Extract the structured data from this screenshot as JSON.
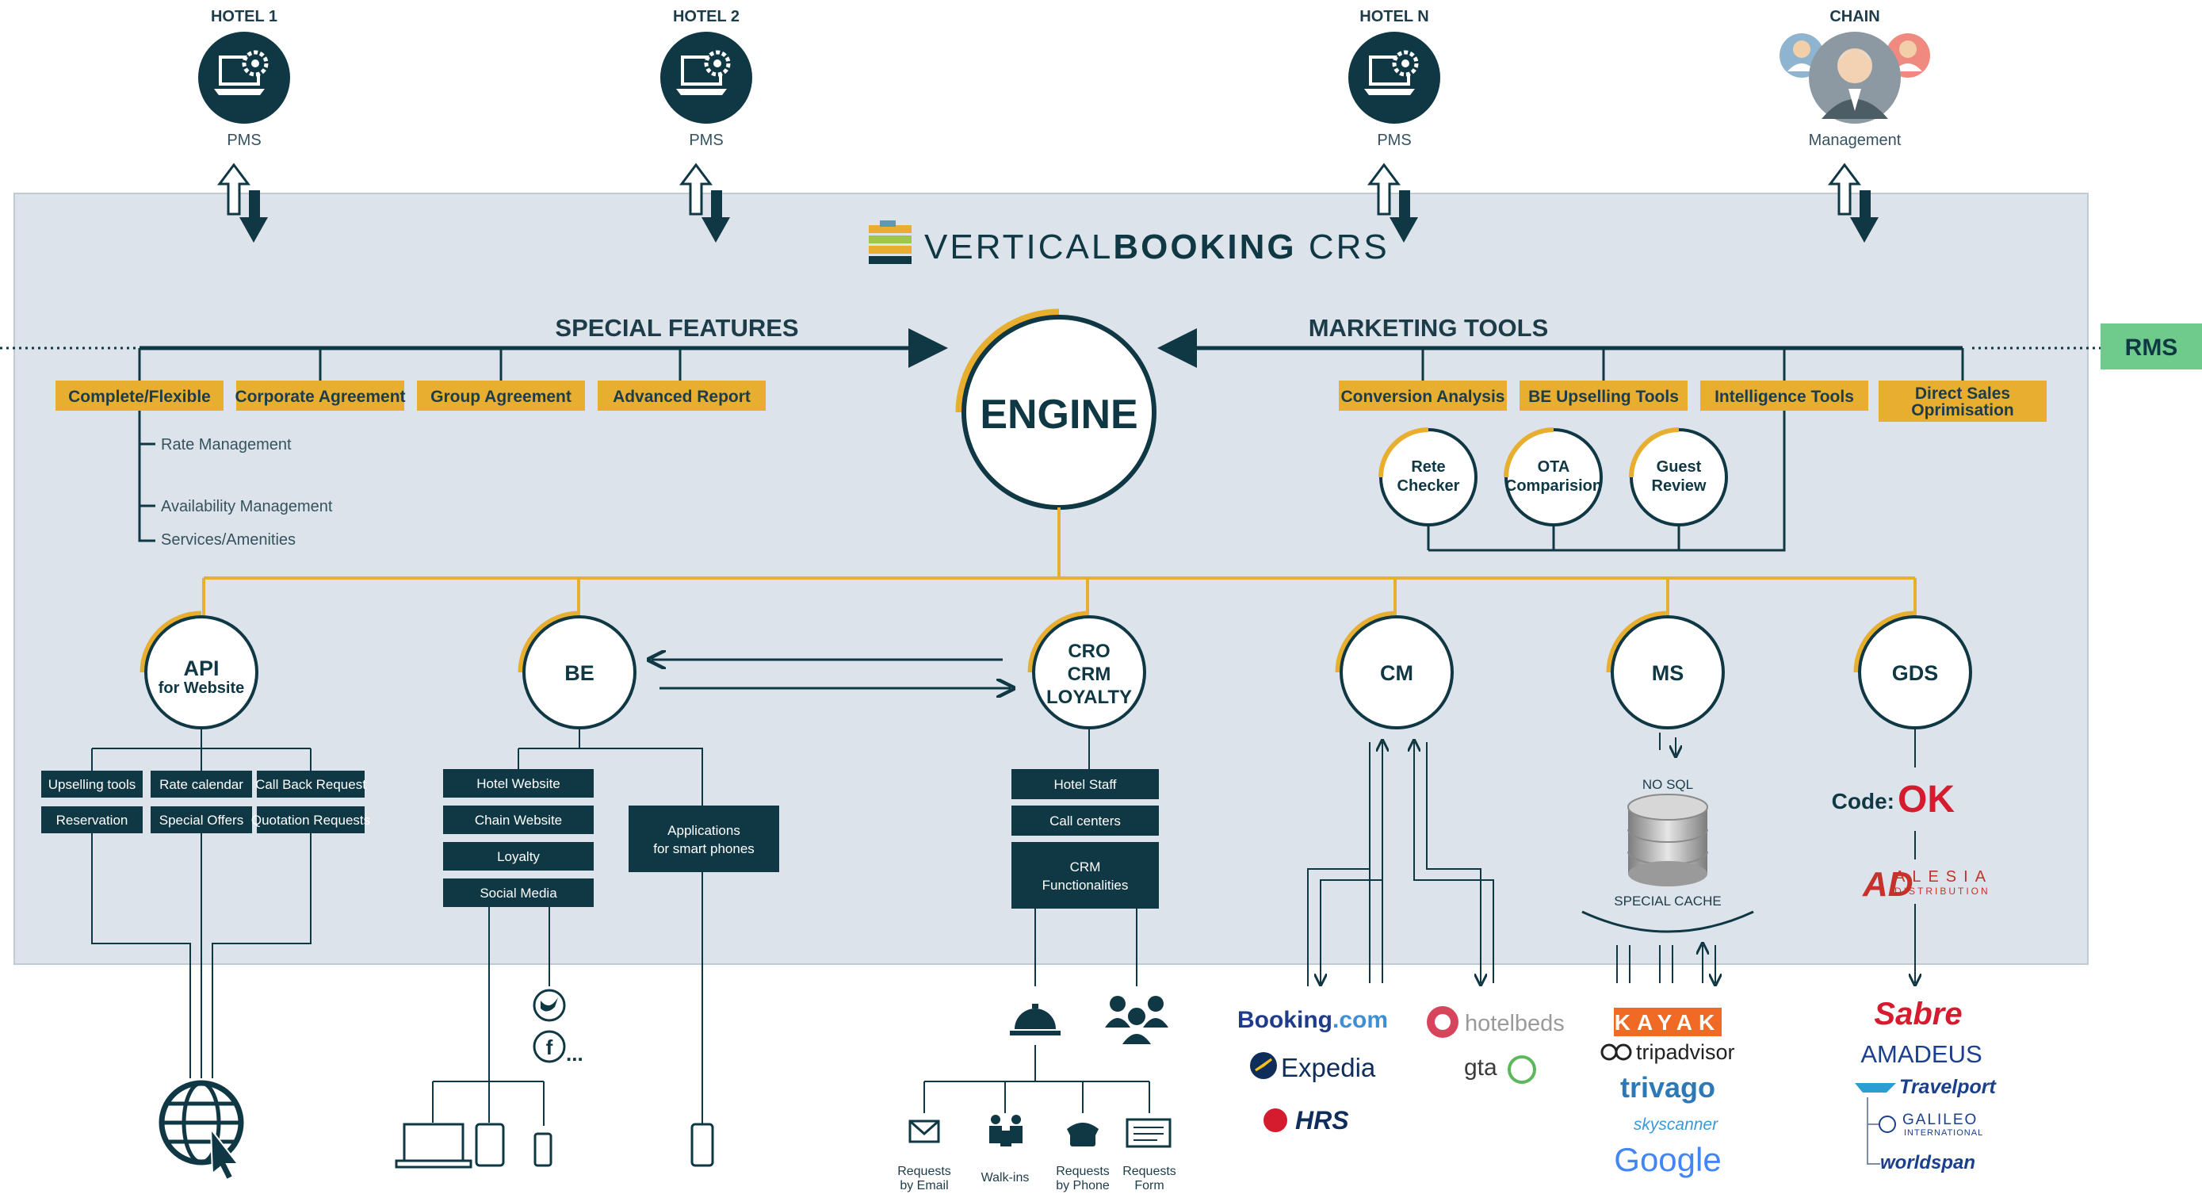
{
  "top": {
    "hotels": [
      {
        "title": "HOTEL 1",
        "sub": "PMS"
      },
      {
        "title": "HOTEL 2",
        "sub": "PMS"
      },
      {
        "title": "HOTEL N",
        "sub": "PMS"
      }
    ],
    "chain": {
      "title": "CHAIN",
      "sub": "Management"
    }
  },
  "brand": {
    "part1": "VERTICAL",
    "part2": "BOOKING",
    "part3": " CRS"
  },
  "rms": "RMS",
  "special_features": {
    "title": "SPECIAL FEATURES",
    "tags": [
      "Complete/Flexible",
      "Corporate Agreement",
      "Group Agreement",
      "Advanced Report"
    ],
    "list": [
      "Rate Management",
      "Availability Management",
      "Services/Amenities"
    ]
  },
  "marketing_tools": {
    "title": "MARKETING TOOLS",
    "tags": [
      "Conversion Analysis",
      "BE Upselling Tools",
      "Intelligence Tools",
      "Direct Sales",
      "Oprimisation"
    ],
    "circles": [
      [
        "Rete",
        "Checker"
      ],
      [
        "OTA",
        "Comparision"
      ],
      [
        "Guest",
        "Review"
      ]
    ]
  },
  "engine": "ENGINE",
  "modules": {
    "api": [
      "API",
      "for Website"
    ],
    "be": "BE",
    "cro": [
      "CRO",
      "CRM",
      "LOYALTY"
    ],
    "cm": "CM",
    "ms": "MS",
    "gds": "GDS"
  },
  "api_boxes": [
    "Upselling tools",
    "Rate calendar",
    "Call Back Request",
    "Reservation",
    "Special Offers",
    "Quotation Requests"
  ],
  "be_boxes": [
    "Hotel Website",
    "Chain Website",
    "Loyalty",
    "Social Media"
  ],
  "be_app": [
    "Applications",
    "for smart phones"
  ],
  "cro_boxes": [
    "Hotel Staff",
    "Call centers",
    "CRM",
    "Functionalities"
  ],
  "social_more": "...",
  "requests": [
    [
      "Requests",
      "by Email"
    ],
    [
      "Walk-ins"
    ],
    [
      "Requests",
      "by Phone"
    ],
    [
      "Requests",
      "Form"
    ]
  ],
  "cm_logos": [
    "Booking",
    ".com",
    "Expedia",
    "HRS",
    "hotelbeds",
    "gta"
  ],
  "ms": {
    "nosql": "NO SQL",
    "cache": "SPECIAL CACHE"
  },
  "ms_logos": [
    "KAYAK",
    "tripadvisor",
    "trivago",
    "skyscanner",
    "Google"
  ],
  "gds": {
    "code": "Code:",
    "ok": "OK",
    "alesia": "ALESIA",
    "distribution": "DISTRIBUTION"
  },
  "gds_logos": [
    "Sabre",
    "AMADEUS",
    "Travelport",
    "GALILEO",
    "INTERNATIONAL",
    "worldspan"
  ],
  "colors": {
    "dark": "#0f3844",
    "gold": "#e8ae2f",
    "panel": "#dde3ea",
    "rms": "#6ecb8c"
  }
}
